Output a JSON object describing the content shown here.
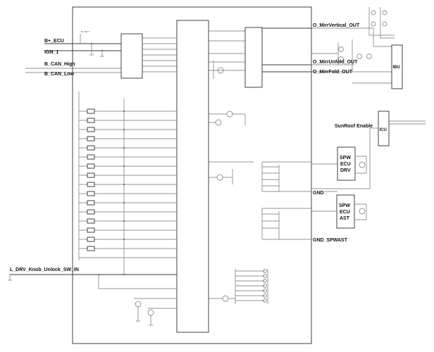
{
  "left_signals": [
    {
      "id": "b-ecu",
      "text": "B+_ECU"
    },
    {
      "id": "ign1",
      "text": "IGN_1"
    },
    {
      "id": "bcan-high",
      "text": "B_CAN_High"
    },
    {
      "id": "bcan-low",
      "text": "B_CAN_Low"
    },
    {
      "id": "drv-knob",
      "text": "L_DRV_Knob_Unlock_SW_IN"
    }
  ],
  "outputs": [
    {
      "id": "mirror-vertical",
      "text": "O_MirrVertical_OUT"
    },
    {
      "id": "mirror-unfold",
      "text": "O_MirrUnfold_OUT"
    },
    {
      "id": "mirror-fold",
      "text": "O_MirrFold_OUT"
    }
  ],
  "modules": {
    "ibu": "IBU",
    "icu": "ICU",
    "sunroof": "SunRoof Enable",
    "spw_drv": [
      "SPW",
      "ECU",
      "DRV"
    ],
    "spw_ast": [
      "SPW",
      "ECU",
      "AST"
    ]
  },
  "grounds": {
    "gnd": "GND",
    "gnd_spwast": "GND_SPWAST"
  }
}
